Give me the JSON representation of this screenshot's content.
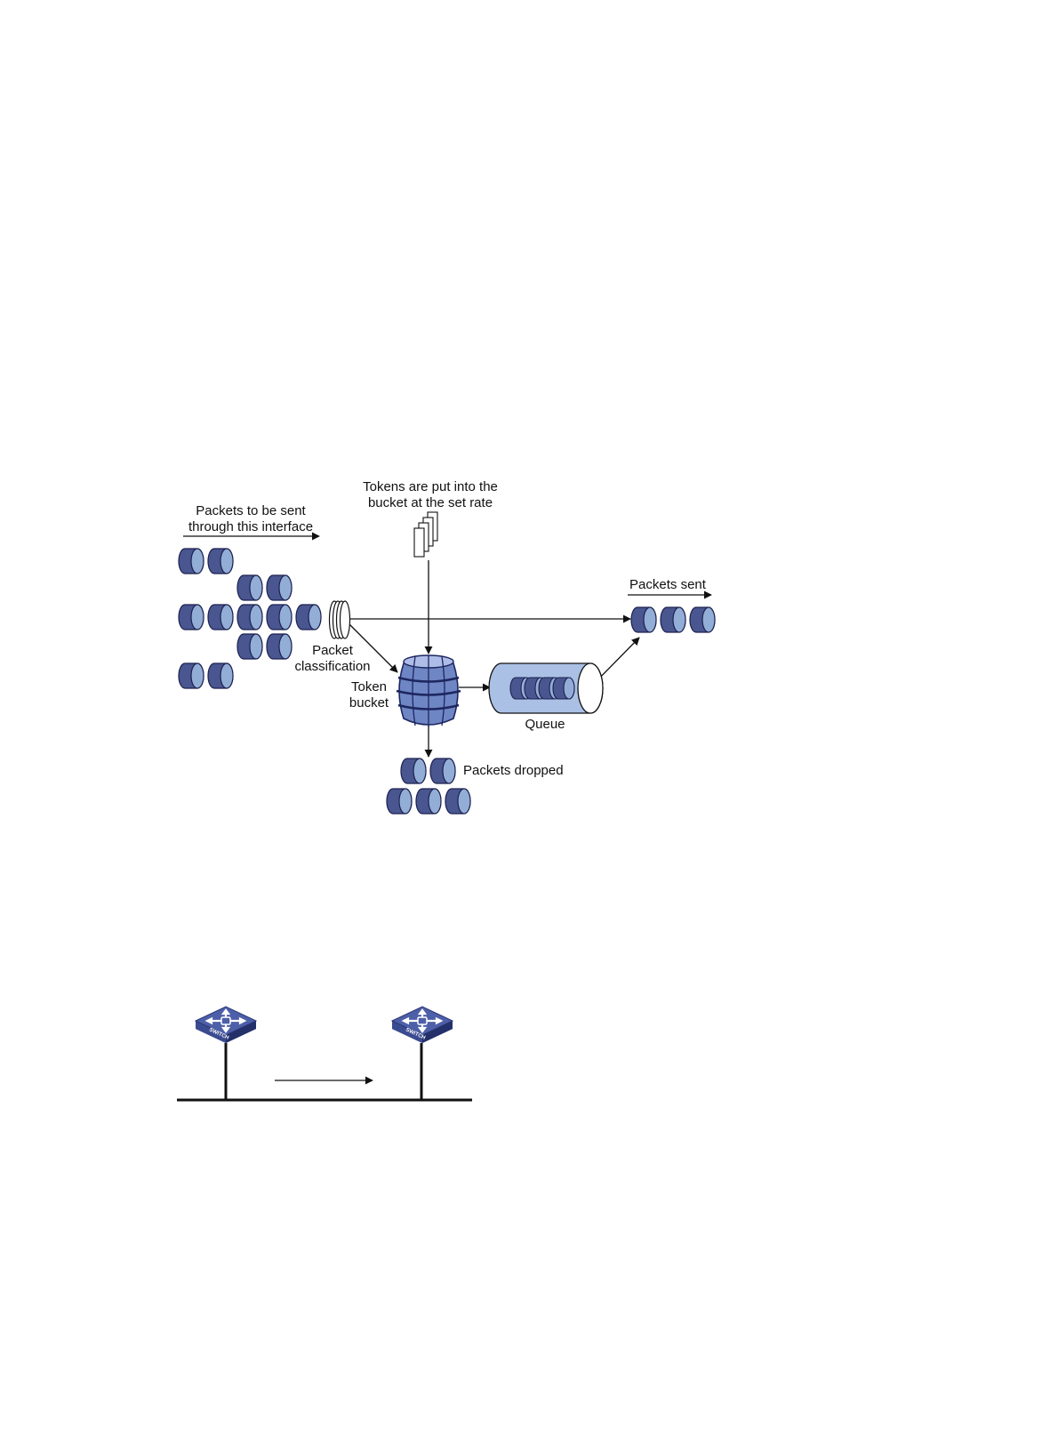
{
  "diagram": {
    "packets_to_send_line1": "Packets to be sent",
    "packets_to_send_line2": "through this interface",
    "tokens_line1": "Tokens are put into the",
    "tokens_line2": "bucket at the set rate",
    "packets_sent": "Packets sent",
    "packet_class_line1": "Packet",
    "packet_class_line2": "classification",
    "token_bucket_line1": "Token",
    "token_bucket_line2": "bucket",
    "queue": "Queue",
    "packets_dropped": "Packets dropped"
  },
  "switch_label": "SWITCH",
  "colors": {
    "packet_body": "#4a5690",
    "packet_face": "#93aed6",
    "queue_fill": "#aac0e4",
    "barrel": "#6f86c4",
    "switch_top": "#4d5fa8",
    "line": "#111111"
  }
}
